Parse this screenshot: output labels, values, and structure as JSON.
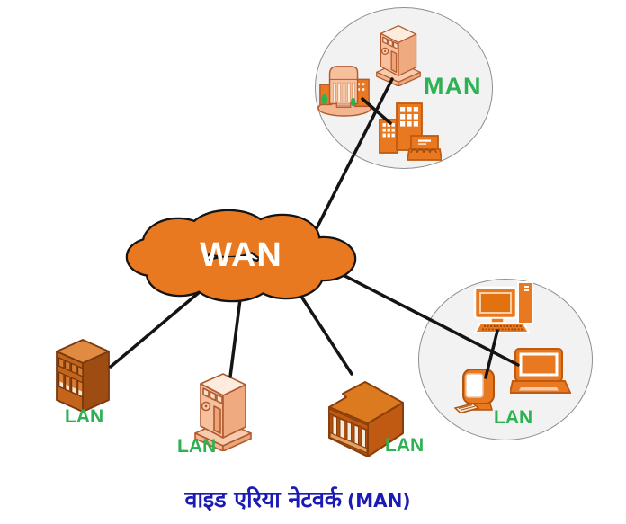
{
  "diagram": {
    "cloud_label": "WAN",
    "man_label": "MAN",
    "lan_labels": {
      "left": "LAN",
      "middle": "LAN",
      "right": "LAN",
      "computers": "LAN"
    },
    "caption": {
      "text": "वाइड एरिया नेटवर्क",
      "suffix": "(MAN)"
    },
    "colors": {
      "cloud_orange": "#E87921",
      "building_dark_orange": "#C4641A",
      "building_peach": "#F7C09C",
      "label_green": "#2DB253",
      "caption_blue": "#1B1AB5",
      "circle_fill": "#F2F2F2",
      "circle_border": "#8F8F8F",
      "line_black": "#141414"
    },
    "icons": {
      "cloud": "wan-cloud-icon",
      "man_group": [
        "city-hall-building-icon",
        "tower-building-icon",
        "office-block-building-icon"
      ],
      "lan_buildings": [
        "warehouse-building-icon",
        "tower-building-icon",
        "bank-building-icon"
      ],
      "lan_computers": [
        "desktop-computer-icon",
        "laptop-icon",
        "crt-monitor-icon"
      ]
    }
  }
}
